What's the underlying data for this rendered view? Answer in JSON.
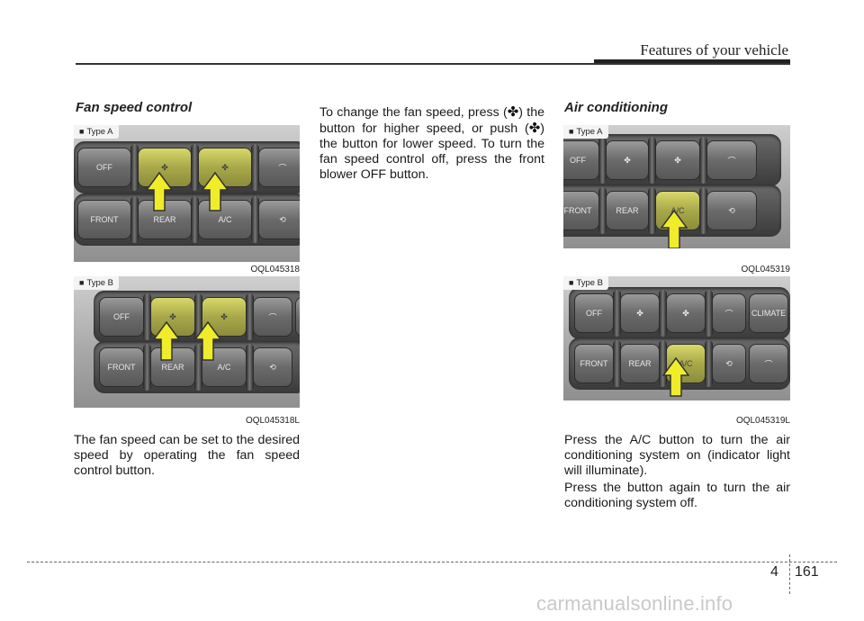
{
  "header": {
    "title": "Features of your vehicle"
  },
  "fan_section": {
    "title": "Fan speed control",
    "figure_a": {
      "type_label": "Type A",
      "code": "OQL045318"
    },
    "figure_b": {
      "type_label": "Type B",
      "code": "OQL045318L"
    },
    "body": "The fan speed can be set to the desired speed by operating the fan speed control button."
  },
  "middle": {
    "text_part1": "To change the fan speed, press (",
    "text_part2": ") the button for higher speed, or push (",
    "text_part3": ") the button for lower speed. To turn the fan speed control off, press the front blower OFF button.",
    "fan_icon_name": "fan-icon"
  },
  "ac_section": {
    "title": "Air conditioning",
    "figure_a": {
      "type_label": "Type A",
      "code": "OQL045319"
    },
    "figure_b": {
      "type_label": "Type B",
      "code": "OQL045319L"
    },
    "body1": "Press the A/C button to turn the air conditioning system on (indicator light will illuminate).",
    "body2": "Press the button again to turn the air conditioning system off."
  },
  "panel_labels": {
    "off": "OFF",
    "ac": "A/C",
    "front": "FRONT",
    "rear": "REAR",
    "climate": "CLIMATE"
  },
  "footer": {
    "chapter": "4",
    "page": "161"
  },
  "watermark": "carmanualsonline.info",
  "colors": {
    "highlight": "#c8c860",
    "arrow_fill": "#f0ec2a"
  }
}
